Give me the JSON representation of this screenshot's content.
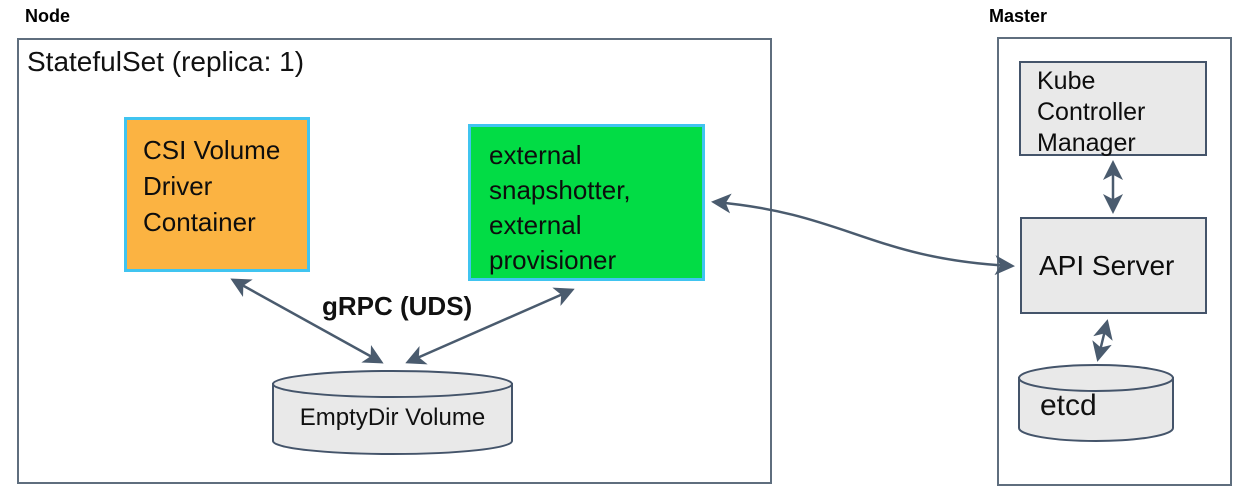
{
  "diagram": {
    "title_hint": "Kubernetes CSI sidecar deployment diagram",
    "node": {
      "label": "Node",
      "statefulset_title": "StatefulSet (replica: 1)",
      "csi_driver_box": "CSI Volume\nDriver\nContainer",
      "sidecar_box": "external\nsnapshotter,\nexternal\nprovisioner",
      "emptydir_label": "EmptyDir Volume",
      "grpc_label": "gRPC (UDS)"
    },
    "master": {
      "label": "Master",
      "kube_controller_manager": "Kube\nController\nManager",
      "api_server": "API Server",
      "etcd": "etcd"
    },
    "edges": [
      {
        "from": "csi-volume-driver-container",
        "to": "emptydir-volume",
        "bidirectional": true,
        "label": "gRPC (UDS)"
      },
      {
        "from": "external-snapshotter-provisioner",
        "to": "emptydir-volume",
        "bidirectional": true,
        "label": "gRPC (UDS)"
      },
      {
        "from": "external-snapshotter-provisioner",
        "to": "api-server",
        "bidirectional": true,
        "label": ""
      },
      {
        "from": "kube-controller-manager",
        "to": "api-server",
        "bidirectional": true,
        "label": ""
      },
      {
        "from": "api-server",
        "to": "etcd",
        "bidirectional": true,
        "label": ""
      }
    ],
    "colors": {
      "csi_fill": "#fbb342",
      "sidecar_fill": "#02dc45",
      "highlight_border": "#40c4f0",
      "shape_fill": "#e9e9e9",
      "shape_border": "#44546a",
      "arrow": "#4a5b6e",
      "outer_border": "#5f6e7e",
      "text": "#111111"
    }
  }
}
